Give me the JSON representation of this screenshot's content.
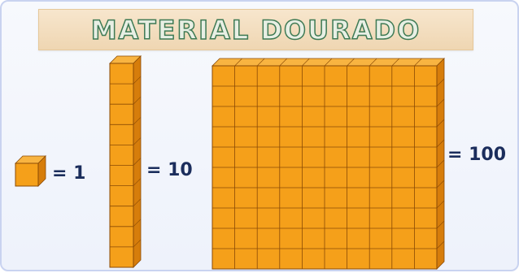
{
  "title": "MATERIAL DOURADO",
  "pieces": [
    {
      "name": "unidade",
      "label": "= 1",
      "value": 1
    },
    {
      "name": "barra",
      "label": "= 10",
      "value": 10
    },
    {
      "name": "placa",
      "label": "= 100",
      "value": 100
    }
  ],
  "colors": {
    "cube_front": "#f5a01a",
    "cube_top": "#f8b441",
    "cube_side": "#d67d0b",
    "cube_line": "#8a4a05",
    "label_text": "#1b2d5c",
    "title_fill": "#e8efe4",
    "title_outline": "#3e7a54",
    "title_box": "#f2dcbb"
  }
}
